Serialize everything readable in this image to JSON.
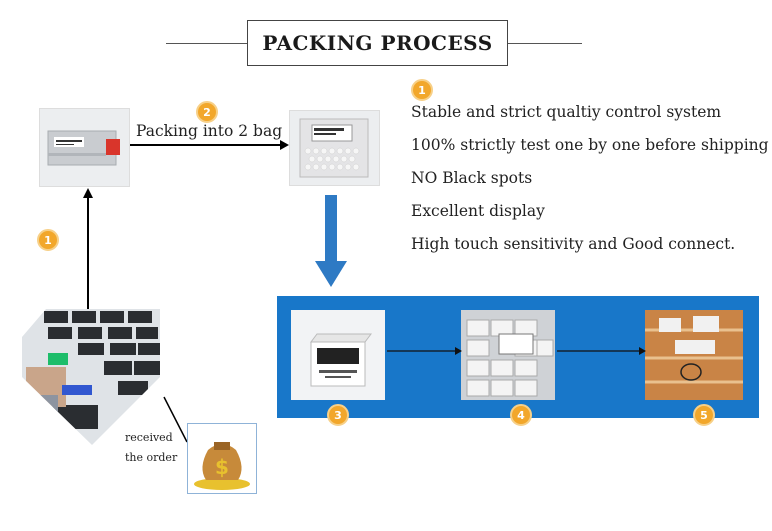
{
  "title": "PACKING PROCESS",
  "top_step_badge": "2",
  "packing_caption": "Packing into 2 bag",
  "qc_badge": "1",
  "qc_items": [
    "Stable and strict qualtiy control system",
    "100% strictly test one by one before shipping",
    "NO Black spots",
    "Excellent display",
    "High touch sensitivity and Good connect."
  ],
  "left_badge": "1",
  "order_caption_line1": "received",
  "order_caption_line2": "the order",
  "bottom_badges": [
    "3",
    "4",
    "5"
  ],
  "colors": {
    "badge": "#f2a72b",
    "panel": "#1877c9",
    "arrow": "#2e7ac4"
  }
}
